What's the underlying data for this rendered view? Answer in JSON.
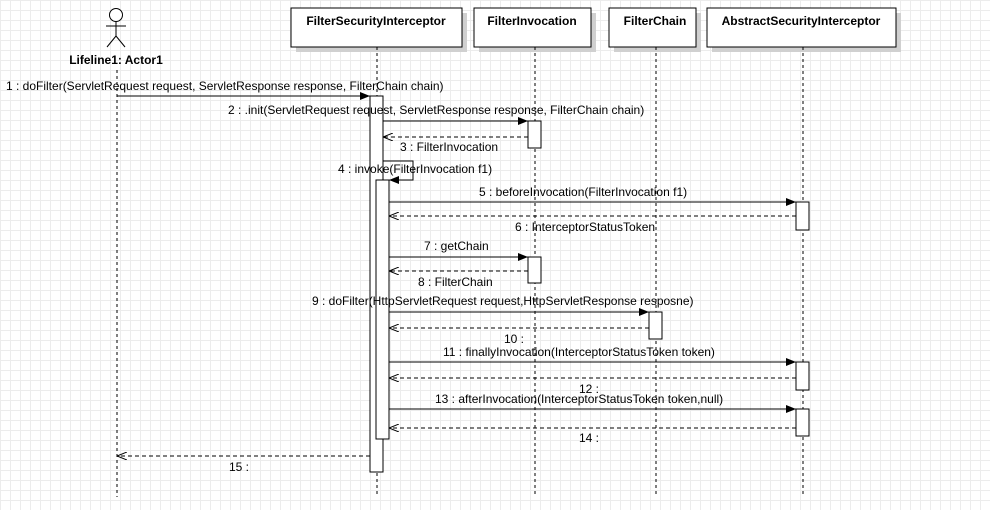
{
  "actor": {
    "label": "Lifeline1: Actor1"
  },
  "lifelines": [
    {
      "id": "fsi",
      "label": "FilterSecurityInterceptor"
    },
    {
      "id": "fi",
      "label": "FilterInvocation"
    },
    {
      "id": "fc",
      "label": "FilterChain"
    },
    {
      "id": "asi",
      "label": "AbstractSecurityInterceptor"
    }
  ],
  "messages": [
    {
      "label": "1 : doFilter(ServletRequest request, ServletResponse response, FilterChain chain)",
      "from": "actor",
      "to": "fsi",
      "kind": "call"
    },
    {
      "label": "2 : .init(ServletRequest request, ServletResponse response, FilterChain chain)",
      "from": "fsi",
      "to": "fi",
      "kind": "call"
    },
    {
      "label": "3 : FilterInvocation",
      "from": "fi",
      "to": "fsi",
      "kind": "return"
    },
    {
      "label": "4 : invoke(FilterInvocation f1)",
      "from": "fsi",
      "to": "fsi",
      "kind": "self"
    },
    {
      "label": "5 : beforeInvocation(FilterInvocation f1)",
      "from": "fsi",
      "to": "asi",
      "kind": "call"
    },
    {
      "label": "6 : InterceptorStatusToken",
      "from": "asi",
      "to": "fsi",
      "kind": "return"
    },
    {
      "label": "7 : getChain",
      "from": "fsi",
      "to": "fi",
      "kind": "call"
    },
    {
      "label": "8 : FilterChain",
      "from": "fi",
      "to": "fsi",
      "kind": "return"
    },
    {
      "label": "9 : doFilter(HttpServletRequest request,HttpServletResponse resposne)",
      "from": "fsi",
      "to": "fc",
      "kind": "call"
    },
    {
      "label": "10 :",
      "from": "fc",
      "to": "fsi",
      "kind": "return"
    },
    {
      "label": "11 : finallyInvocation(InterceptorStatusToken token)",
      "from": "fsi",
      "to": "asi",
      "kind": "call"
    },
    {
      "label": "12 :",
      "from": "asi",
      "to": "fsi",
      "kind": "return"
    },
    {
      "label": "13 : afterInvocation(InterceptorStatusToken token,null)",
      "from": "fsi",
      "to": "asi",
      "kind": "call"
    },
    {
      "label": "14 :",
      "from": "asi",
      "to": "fsi",
      "kind": "return"
    },
    {
      "label": "15 :",
      "from": "fsi",
      "to": "actor",
      "kind": "return"
    }
  ]
}
